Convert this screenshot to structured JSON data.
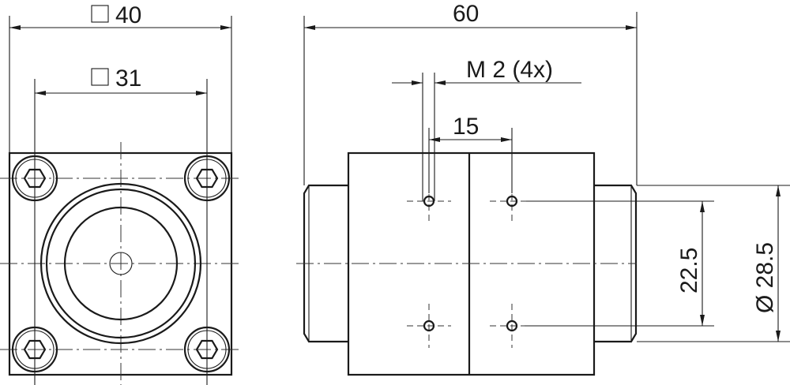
{
  "dimensions": {
    "square_outer": {
      "symbol": "□",
      "value": "40"
    },
    "square_bolt": {
      "symbol": "□",
      "value": "31"
    },
    "length": "60",
    "thread": "M 2 (4x)",
    "hole_spacing_x": "15",
    "hole_spacing_y": "22.5",
    "diameter": "Ø 28.5"
  }
}
